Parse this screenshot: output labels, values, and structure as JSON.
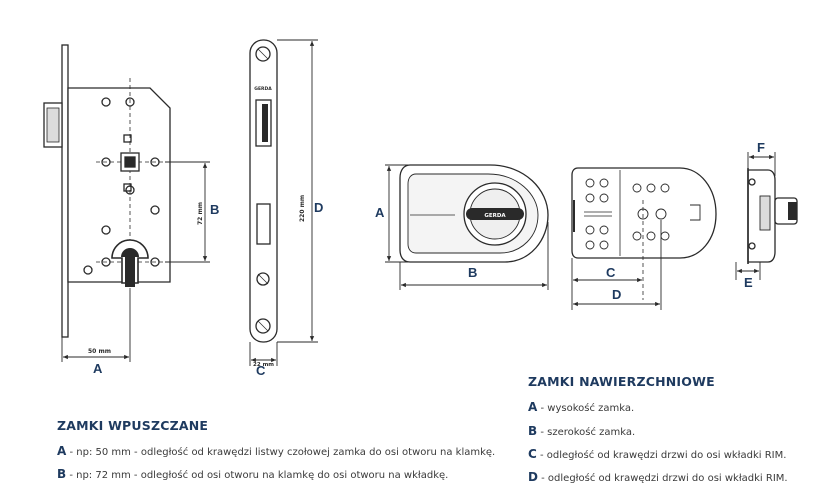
{
  "dimension_labels": {
    "mortise_A": "A",
    "mortise_B": "B",
    "mortise_C": "C",
    "mortise_D": "D",
    "mortise_50mm": "50 mm",
    "mortise_72mm": "72 mm",
    "mortise_220mm": "220 mm",
    "mortise_22mm": "22 mm",
    "rim_A": "A",
    "rim_B": "B",
    "rim_C": "C",
    "rim_D": "D",
    "rim_E": "E",
    "rim_F": "F"
  },
  "brand_mark": "GERDA",
  "mortise_section": {
    "title": "ZAMKI WPUSZCZANE",
    "items": [
      {
        "key": "A",
        "text": " - np: 50 mm - odległość od krawędzi listwy czołowej zamka do osi otworu na klamkę."
      },
      {
        "key": "B",
        "text": " - np: 72 mm - odległość od osi otworu na klamkę do osi otworu na wkładkę."
      }
    ]
  },
  "rim_section": {
    "title": "ZAMKI NAWIERZCHNIOWE",
    "items": [
      {
        "key": "A",
        "text": " - wysokość zamka."
      },
      {
        "key": "B",
        "text": " - szerokość zamka."
      },
      {
        "key": "C",
        "text": " - odległość od krawędzi drzwi do osi wkładki RIM."
      },
      {
        "key": "D",
        "text": " - odległość od krawędzi drzwi do osi wkładki RIM."
      }
    ]
  }
}
